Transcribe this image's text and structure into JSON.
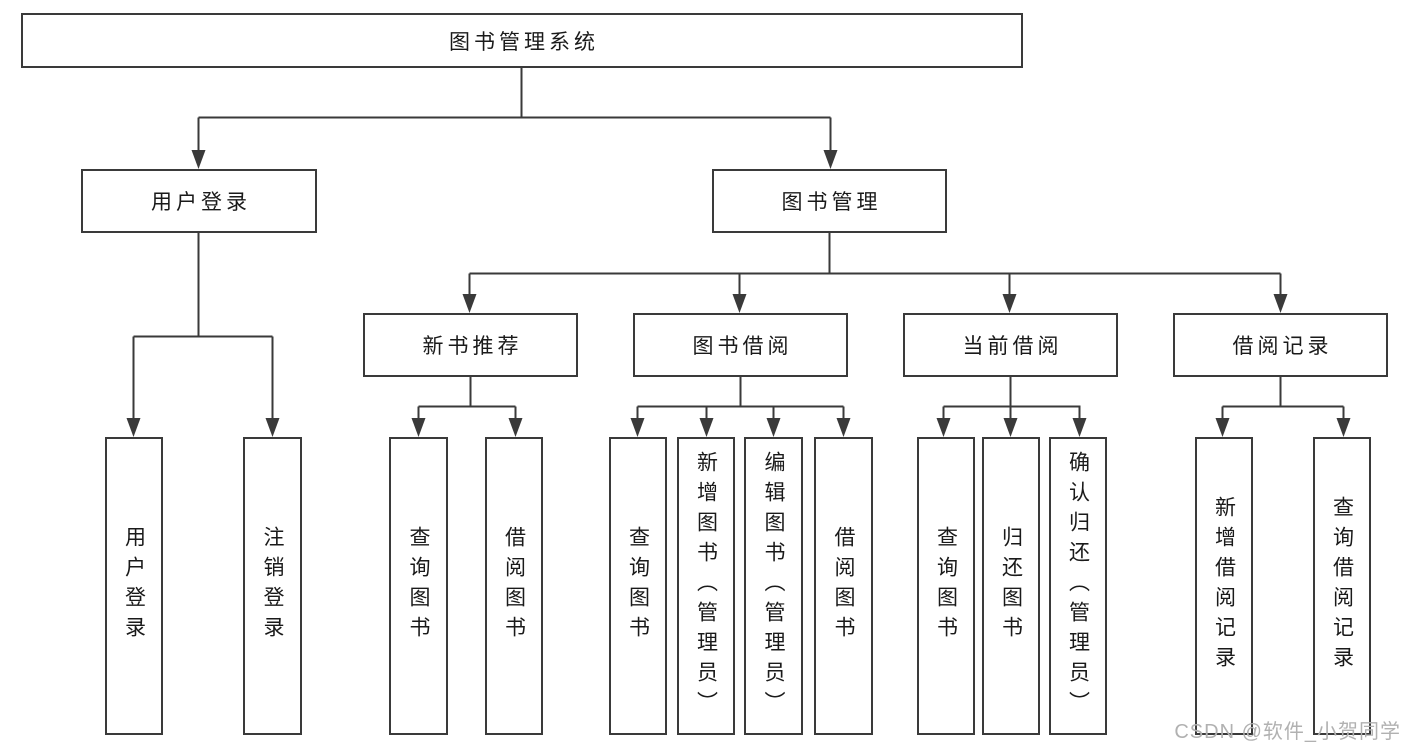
{
  "diagram": {
    "root": {
      "label": "图书管理系统"
    },
    "branches": [
      {
        "label": "用户登录",
        "children": [
          {
            "label": "用户登录"
          },
          {
            "label": "注销登录"
          }
        ]
      },
      {
        "label": "图书管理",
        "children": [
          {
            "label": "新书推荐",
            "children": [
              {
                "label": "查询图书"
              },
              {
                "label": "借阅图书"
              }
            ]
          },
          {
            "label": "图书借阅",
            "children": [
              {
                "label": "查询图书"
              },
              {
                "label": "新增图书（管理员）"
              },
              {
                "label": "编辑图书（管理员）"
              },
              {
                "label": "借阅图书"
              }
            ]
          },
          {
            "label": "当前借阅",
            "children": [
              {
                "label": "查询图书"
              },
              {
                "label": "归还图书"
              },
              {
                "label": "确认归还（管理员）"
              }
            ]
          },
          {
            "label": "借阅记录",
            "children": [
              {
                "label": "新增借阅记录"
              },
              {
                "label": "查询借阅记录"
              }
            ]
          }
        ]
      }
    ]
  },
  "watermark": {
    "text": "CSDN @软件_小贺同学"
  },
  "colors": {
    "line": "#3a3a3a",
    "border": "#3a3a3a",
    "text": "#1a1a1a",
    "background": "#ffffff",
    "watermark": "#b1b1b1"
  }
}
